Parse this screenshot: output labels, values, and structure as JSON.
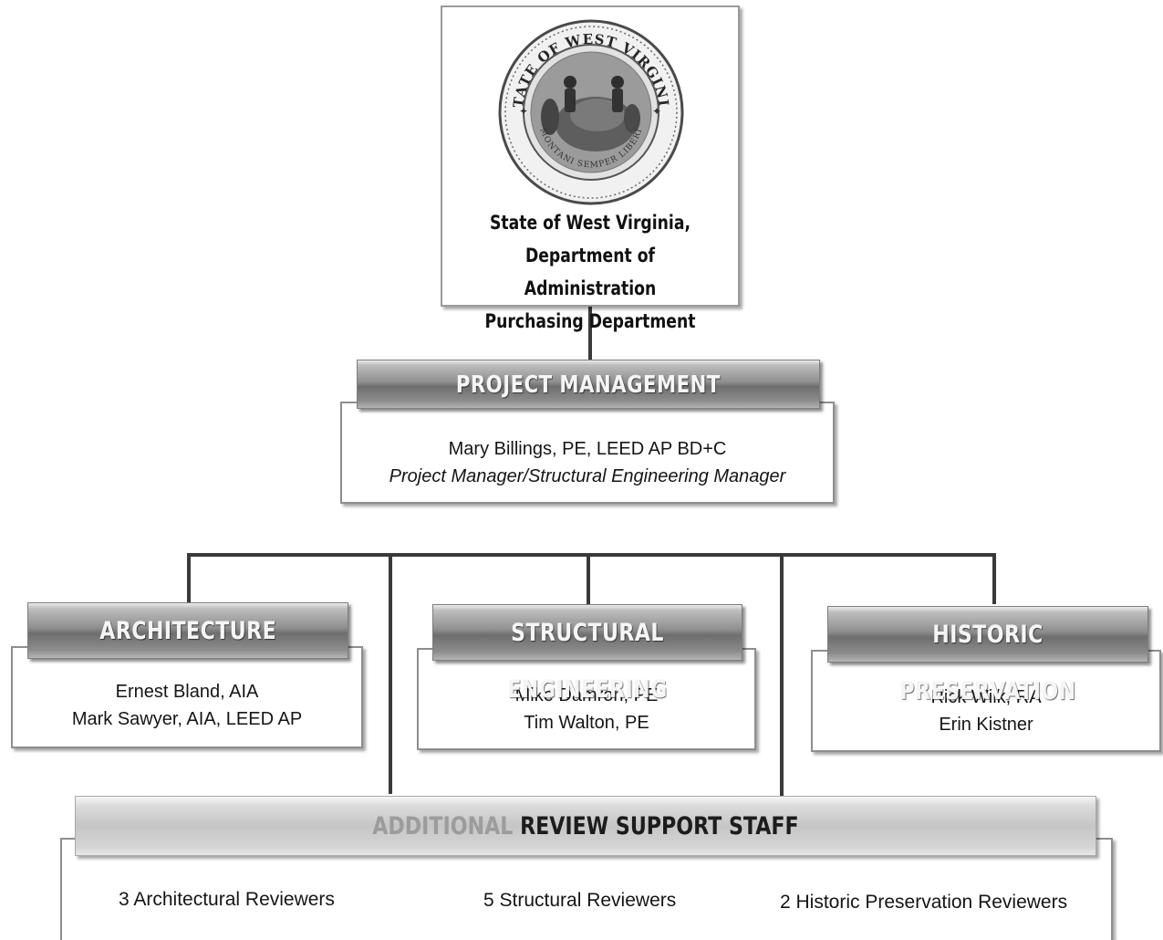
{
  "agency": {
    "seal_text_top": "STATE OF WEST VIRGINIA",
    "seal_text_bottom": "MONTANI SEMPER LIBERI",
    "line1": "State of West Virginia,",
    "line2": "Department of Administration",
    "line3": "Purchasing Department"
  },
  "project_management": {
    "header": "PROJECT MANAGEMENT",
    "name": "Mary Billings, PE, LEED AP BD+C",
    "role": "Project Manager/Structural Engineering Manager"
  },
  "architecture": {
    "header": "ARCHITECTURE",
    "members": [
      "Ernest Bland, AIA",
      "Mark Sawyer, AIA, LEED AP"
    ]
  },
  "structural": {
    "header": "STRUCTURAL ENGINEERING",
    "members": [
      "Mike Damron, PE",
      "Tim Walton, PE"
    ]
  },
  "historic": {
    "header": "HISTORIC PRESERVATION",
    "members": [
      "Rick Wiik, RA",
      "Erin Kistner"
    ]
  },
  "support": {
    "header_dim": "ADDITIONAL",
    "header_main": "REVIEW SUPPORT STAFF",
    "items": [
      "3 Architectural Reviewers",
      "5 Structural Reviewers",
      "2 Historic Preservation Reviewers"
    ]
  },
  "colors": {
    "connector": "#3a3a3a",
    "bar_dark": "#7a7a7a",
    "bar_light": "#d0d0d0"
  }
}
